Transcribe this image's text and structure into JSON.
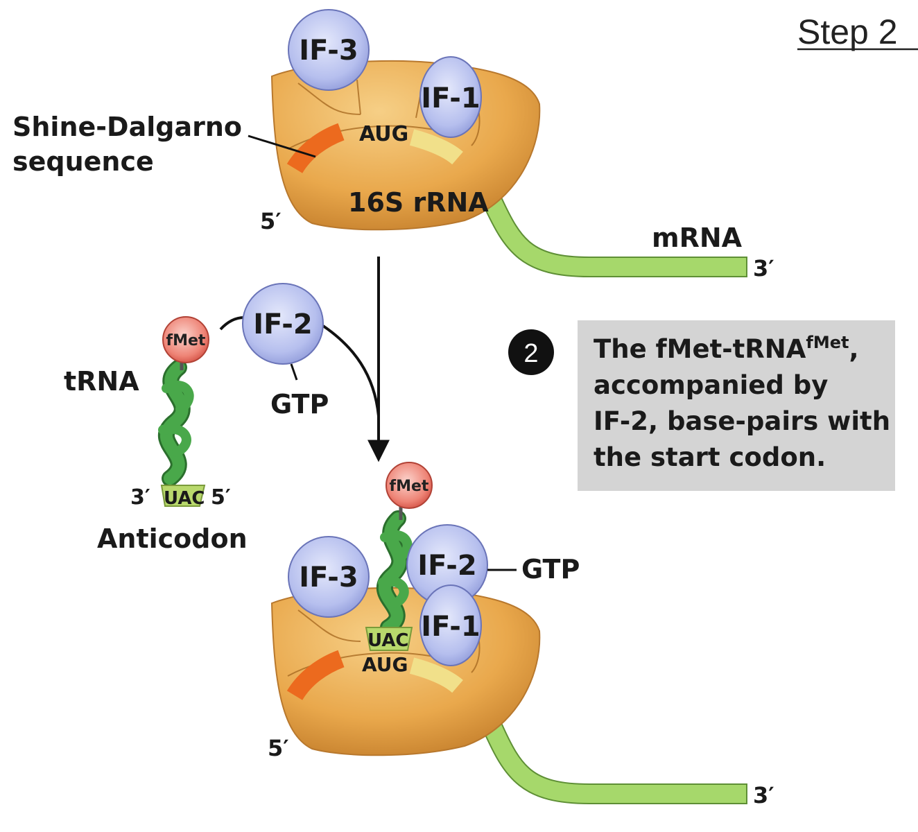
{
  "step_title": "Step 2",
  "colors": {
    "ribosome": "#e9a84c",
    "if_factor": "#aeb8ec",
    "mrna": "#a6d86b",
    "trna": "#3d9a3f",
    "shine_dalgarno": "#ec6a1e",
    "aug_site": "#f1e08a",
    "fmet": "#ec6f63",
    "desc_box": "#d4d4d4"
  },
  "top_complex": {
    "if3": "IF-3",
    "if1": "IF-1",
    "aug": "AUG",
    "rrna": "16S rRNA",
    "five_prime": "5′",
    "mrna": "mRNA",
    "three_prime": "3′",
    "shine_dalgarno_line1": "Shine-Dalgarno",
    "shine_dalgarno_line2": "sequence"
  },
  "trna_group": {
    "fmet": "fMet",
    "trna": "tRNA",
    "anticodon_3": "3′",
    "anticodon_seq": "UAC",
    "anticodon_5": "5′",
    "anticodon_label": "Anticodon",
    "if2": "IF-2",
    "gtp": "GTP"
  },
  "step_badge": "2",
  "description": {
    "line1_main": "The fMet-tRNA",
    "line1_sup": "fMet",
    "line1_end": ",",
    "line2": "accompanied by",
    "line3": "IF-2, base-pairs with",
    "line4": "the start codon."
  },
  "bottom_complex": {
    "fmet": "fMet",
    "if3": "IF-3",
    "if2": "IF-2",
    "gtp": "GTP",
    "if1": "IF-1",
    "uac": "UAC",
    "aug": "AUG",
    "five_prime": "5′",
    "three_prime": "3′"
  }
}
